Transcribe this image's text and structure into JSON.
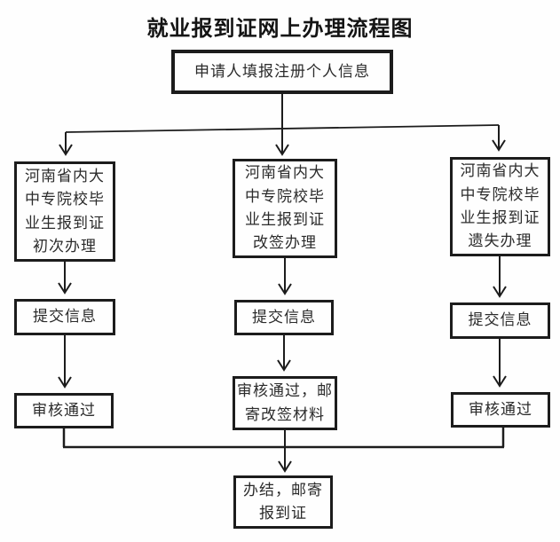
{
  "title": "就业报到证网上办理流程图",
  "colors": {
    "line": "#1c1c1c",
    "background": "#fefefe",
    "text": "#2b2b2b"
  },
  "flow": {
    "start": "申请人填报注册个人信息",
    "columns": [
      {
        "type": "河南省内大\n中专院校毕\n业生报到证\n初次办理",
        "submit": "提交信息",
        "result": "审核通过"
      },
      {
        "type": "河南省内大\n中专院校毕\n业生报到证\n改签办理",
        "submit": "提交信息",
        "result": "审核通过，邮\n寄改签材料"
      },
      {
        "type": "河南省内大\n中专院校毕\n业生报到证\n遗失办理",
        "submit": "提交信息",
        "result": "审核通过"
      }
    ],
    "end": "办结，邮寄\n报到证"
  }
}
